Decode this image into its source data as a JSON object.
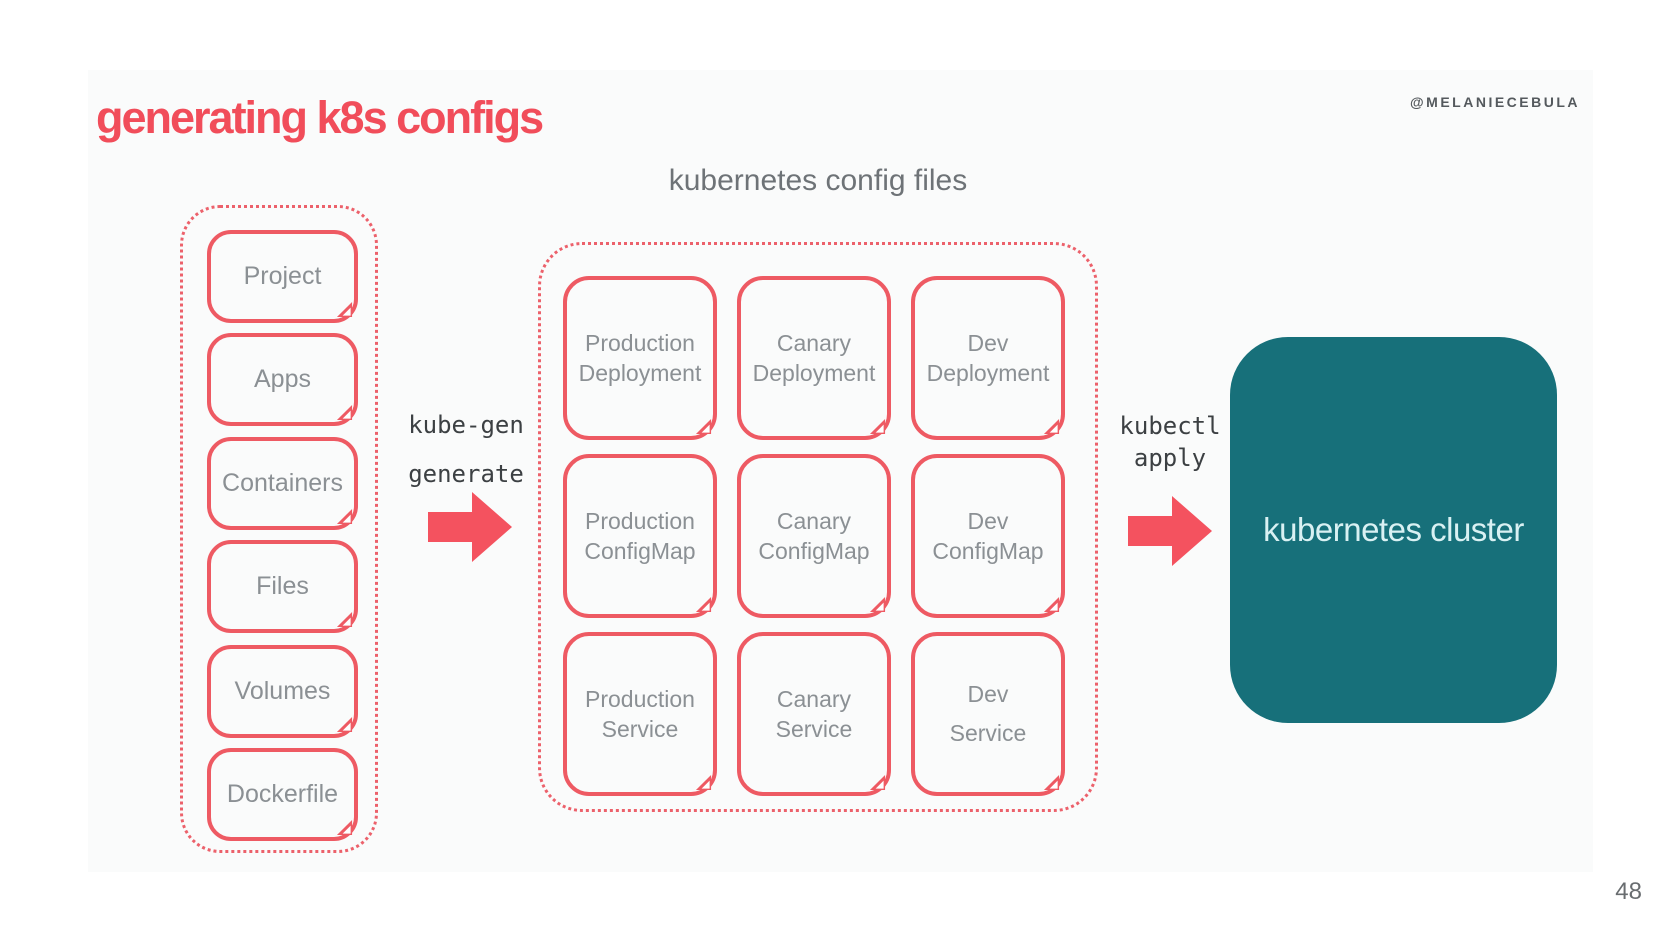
{
  "header": {
    "title": "generating k8s configs",
    "handle": "@MELANIECEBULA"
  },
  "inputs_panel": {
    "items": [
      "Project",
      "Apps",
      "Containers",
      "Files",
      "Volumes",
      "Dockerfile"
    ]
  },
  "configs_panel": {
    "label": "kubernetes config files",
    "items": [
      {
        "line1": "Production",
        "line2": "Deployment"
      },
      {
        "line1": "Canary",
        "line2": "Deployment"
      },
      {
        "line1": "Dev",
        "line2": "Deployment"
      },
      {
        "line1": "Production",
        "line2": "ConfigMap"
      },
      {
        "line1": "Canary",
        "line2": "ConfigMap"
      },
      {
        "line1": "Dev",
        "line2": "ConfigMap"
      },
      {
        "line1": "Production",
        "line2": "Service"
      },
      {
        "line1": "Canary",
        "line2": "Service"
      },
      {
        "line1": "Dev",
        "line2": "Service"
      }
    ]
  },
  "generate_step": {
    "line1": "kube-gen",
    "line2": "generate"
  },
  "apply_step": {
    "line1": "kubectl",
    "line2": "apply"
  },
  "cluster": {
    "label": "kubernetes cluster"
  },
  "footer": {
    "page_number": "48"
  },
  "icons": {
    "file_corner": "folded-corner",
    "flow_arrow": "block-arrow-right"
  },
  "colors": {
    "accent_red": "#f14d5a",
    "box_border_red": "#ee5a63",
    "dotted_border_red": "#ec616b",
    "arrow_red": "#f4525f",
    "teal": "#17707a",
    "teal_text": "#d9f1f3",
    "label_gray": "#8b9094",
    "heading_gray": "#6e7377",
    "mono_gray": "#3c4043"
  }
}
